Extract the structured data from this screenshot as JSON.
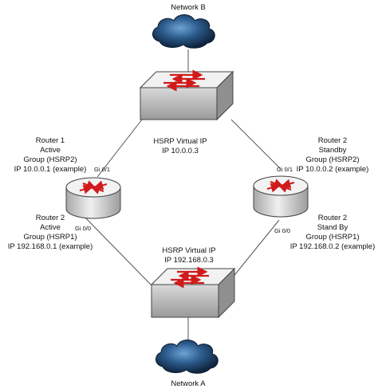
{
  "network_b": "Network B",
  "network_a": "Network A",
  "vip_top": {
    "line1": "HSRP Virtual IP",
    "line2": "IP 10.0.0.3"
  },
  "vip_bottom": {
    "line1": "HSRP Virtual IP",
    "line2": "IP 192.168.0.3"
  },
  "router1_top": {
    "line1": "Router 1",
    "line2": "Active",
    "line3": "Group (HSRP2)",
    "line4": "IP 10.0.0.1 (example)"
  },
  "router1_bottom": {
    "line1": "Router 2",
    "line2": "Active",
    "line3": "Group (HSRP1)",
    "line4": "IP 192.168.0.1 (example)"
  },
  "router2_top": {
    "line1": "Router 2",
    "line2": "Standby",
    "line3": "Group (HSRP2)",
    "line4": "IP 10.0.0.2 (example)"
  },
  "router2_bottom": {
    "line1": "Router 2",
    "line2": "Stand By",
    "line3": "Group (HSRP1)",
    "line4": "IP 192.168.0.2 (example)"
  },
  "ports": {
    "r1_top": "Gi 0/1",
    "r1_bottom": "Gi 0/0",
    "r2_top": "Gi 0/1",
    "r2_bottom": "Gi 0/0"
  },
  "colors": {
    "arrow": "#d11a1a",
    "device_top": "#f2f2f2",
    "device_side": "#b9b9b9",
    "cloud": "#1f3f66",
    "link": "#555555"
  }
}
